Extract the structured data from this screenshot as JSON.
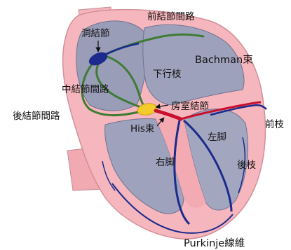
{
  "labels": {
    "anterior_internodal": "前結節間路",
    "sa_node": "洞結節",
    "bachmann": "Bachman束",
    "descending_branch": "下行枝",
    "middle_internodal": "中結節間路",
    "av_node": "房室結節",
    "posterior_internodal": "後結節間路",
    "his_bundle": "His束",
    "left_bundle": "左脚",
    "anterior_fascicle": "前枝",
    "right_bundle": "右脚",
    "posterior_fascicle": "後枝",
    "purkinje": "Purkinje線維"
  },
  "colors": {
    "wall_pink": "#f6b6bd",
    "chamber_gray": "#9a9db8",
    "pathway_blue": "#1b2a8c",
    "pathway_green": "#3e7b34",
    "his_red": "#c8102e",
    "av_node_yellow": "#f3cc2b"
  },
  "icons": {
    "label_arrows": "arrow"
  }
}
